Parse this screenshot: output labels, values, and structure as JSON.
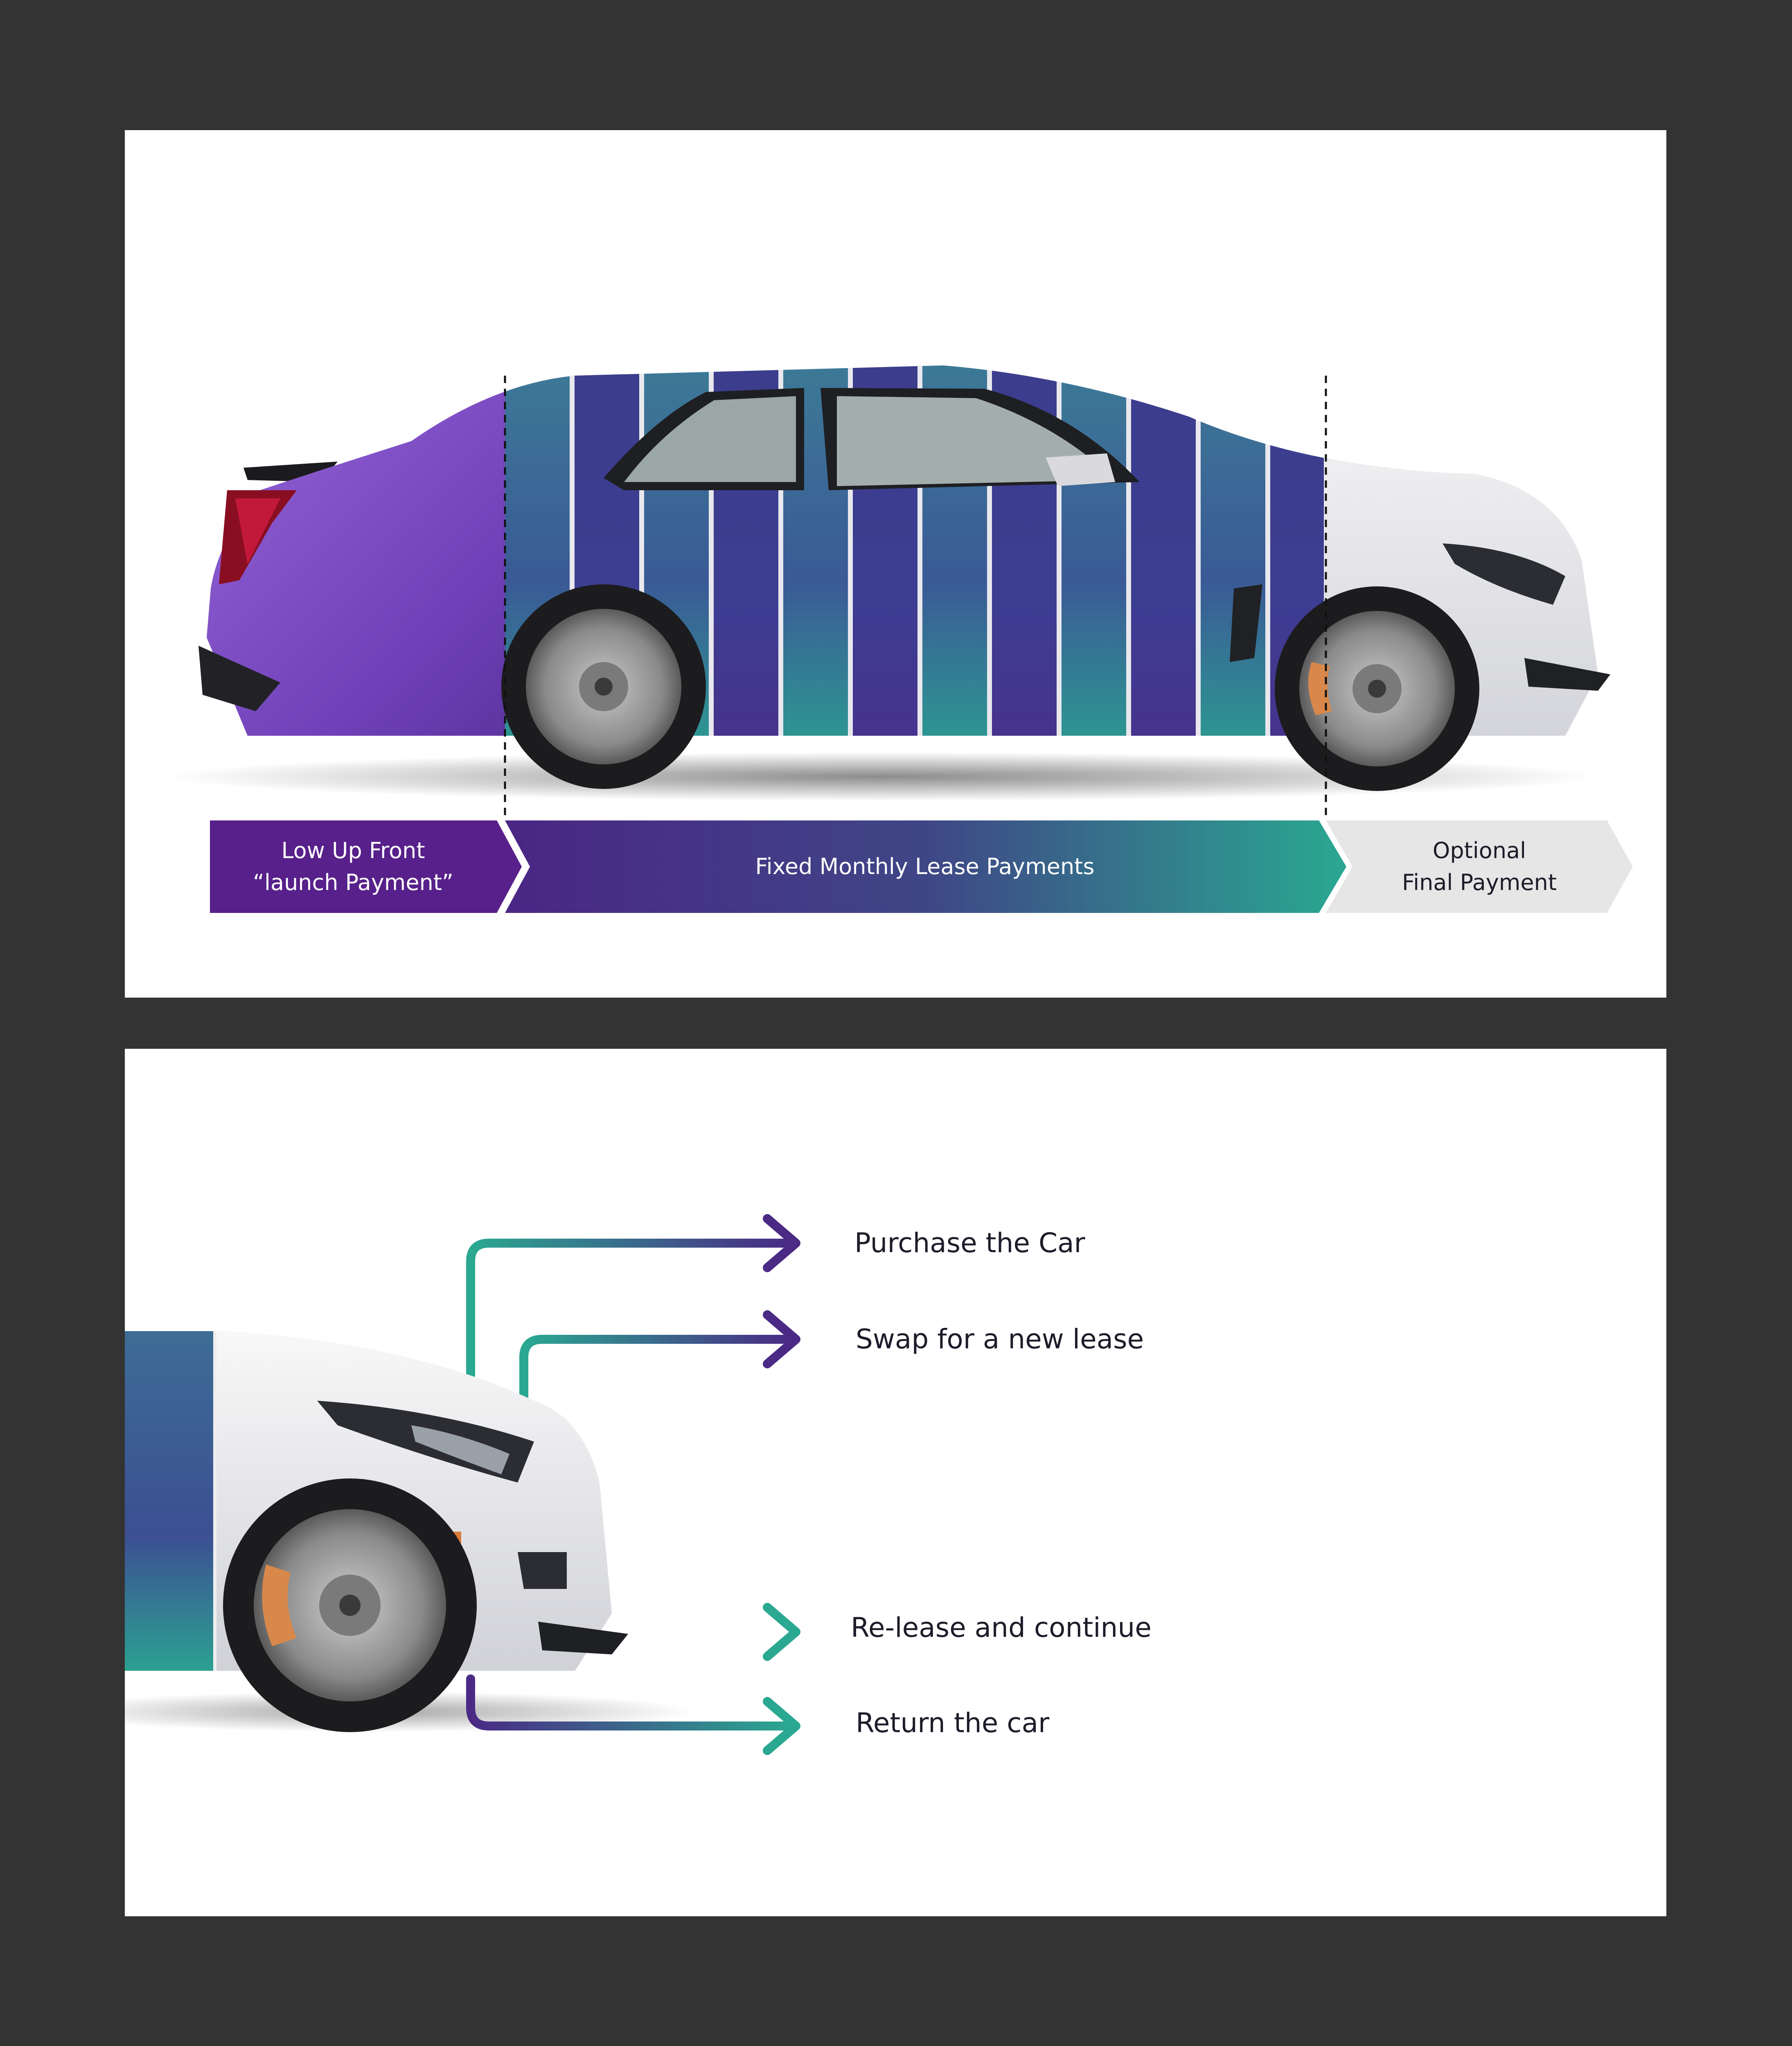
{
  "colors": {
    "background": "#333333",
    "panel": "#ffffff",
    "purple": "#5b2a90",
    "violet": "#8a5ad0",
    "indigo": "#3c3d8c",
    "teal": "#2aa891",
    "steel_teal": "#3d7e96",
    "silver": "#e6e6e6",
    "label_dark": "#1c1c2a"
  },
  "timeline": {
    "stages": [
      {
        "id": "upfront",
        "label": "Low Up Front\n“launch Payment”"
      },
      {
        "id": "monthly",
        "label": "Fixed Monthly Lease Payments"
      },
      {
        "id": "final",
        "label": "Optional\nFinal Payment"
      }
    ]
  },
  "options": [
    {
      "id": "purchase",
      "label": "Purchase the Car"
    },
    {
      "id": "swap",
      "label": "Swap for a new lease"
    },
    {
      "id": "relase",
      "label": "Re-lease and continue"
    },
    {
      "id": "return",
      "label": "Return the car"
    }
  ],
  "icons": {
    "car_side": "sedan-side-view",
    "car_front": "sedan-front-quarter",
    "arrow": "arrow-right"
  }
}
